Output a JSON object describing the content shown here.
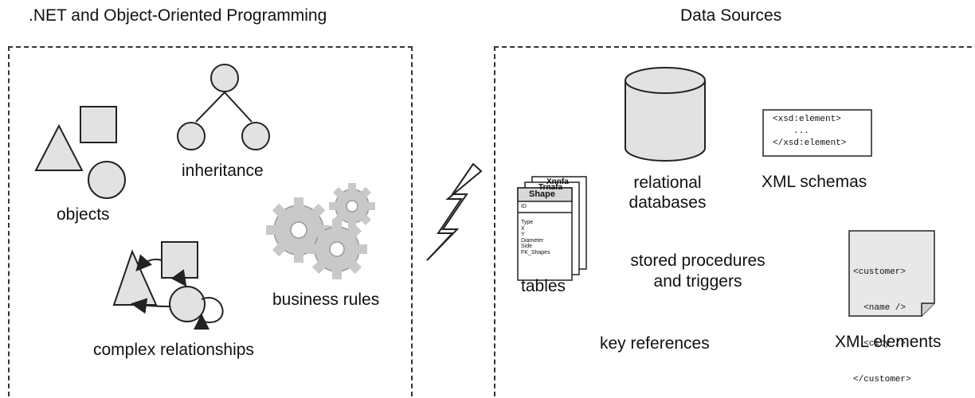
{
  "left_panel": {
    "title": ".NET and Object-Oriented Programming",
    "labels": {
      "objects": "objects",
      "inheritance": "inheritance",
      "business_rules": "business rules",
      "complex_relationships": "complex relationships"
    }
  },
  "right_panel": {
    "title": "Data Sources",
    "labels": {
      "tables": "tables",
      "relational_databases": [
        "relational",
        "databases"
      ],
      "xml_schemas": "XML schemas",
      "stored_procedures": [
        "stored procedures",
        "and triggers"
      ],
      "key_references": "key references",
      "xml_elements": "XML elements"
    },
    "table_card": {
      "back_titles": [
        "Xnnfa",
        "Trnafa"
      ],
      "title": "Shape",
      "key_field": "ID",
      "fields": [
        "Type",
        "X",
        "Y",
        "Diameter",
        "Side",
        "FK_Shapes"
      ]
    },
    "xsd_snippet": [
      "<xsd:element>",
      "...",
      "</xsd:element>"
    ],
    "xml_snippet": [
      "<customer>",
      "  <name />",
      "  <city />",
      "</customer>"
    ]
  },
  "colors": {
    "shape_fill": "#e2e2e2",
    "stroke": "#222222",
    "gear_fill": "#c9c9c9"
  }
}
